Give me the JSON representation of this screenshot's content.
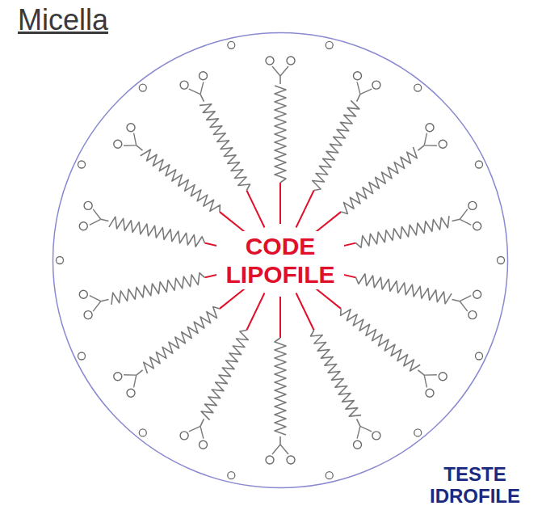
{
  "diagram": {
    "title": "Micella",
    "nodes": [
      {
        "text": [
          "CODE LIPOFILE"
        ]
      }
    ],
    "labels": [
      "TESTE IDROFILE"
    ]
  }
}
